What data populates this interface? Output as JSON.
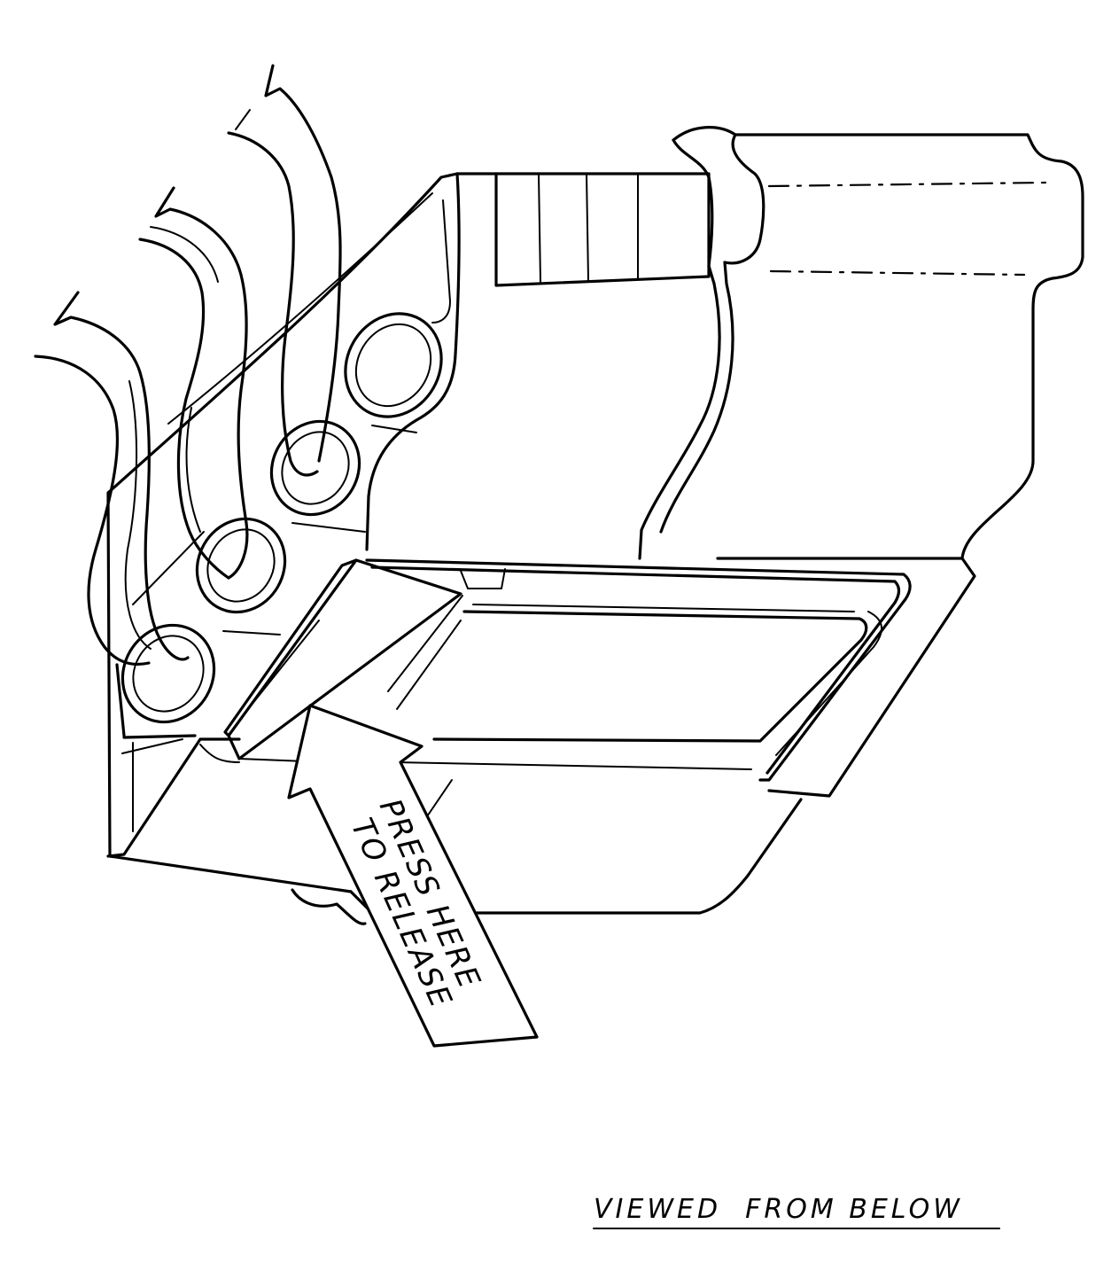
{
  "arrow_label": {
    "line1": "PRESS HERE",
    "line2": "TO RELEASE"
  },
  "caption": "VIEWED  FROM BELOW",
  "colors": {
    "ink": "#000000",
    "paper": "#ffffff"
  }
}
